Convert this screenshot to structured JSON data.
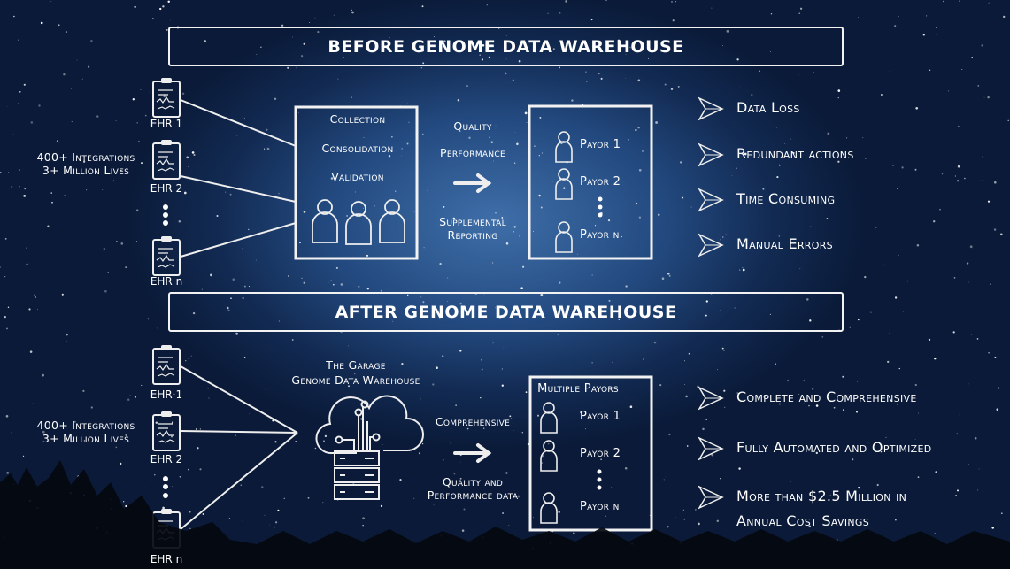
{
  "before": {
    "title": "BEFORE GENOME DATA WAREHOUSE",
    "integrations_line1": "400+ Integrations",
    "integrations_line2": "3+ Million Lives",
    "ehr_labels": [
      "EHR 1",
      "EHR 2",
      "EHR n"
    ],
    "process_steps": [
      "Collection",
      "Consolidation",
      "Validation"
    ],
    "flow_top": [
      "Quality",
      "Performance"
    ],
    "flow_bottom": [
      "Supplemental",
      "Reporting"
    ],
    "payors": [
      "Payor 1",
      "Payor 2",
      "Payor n"
    ],
    "outcomes": [
      "Data Loss",
      "Redundant actions",
      "Time Consuming",
      "Manual Errors"
    ]
  },
  "after": {
    "title": "AFTER GENOME DATA WAREHOUSE",
    "integrations_line1": "400+ Integrations",
    "integrations_line2": "3+ Million Lives",
    "ehr_labels": [
      "EHR 1",
      "EHR 2",
      "EHR n"
    ],
    "warehouse_line1": "The Garage",
    "warehouse_line2": "Genome Data Warehouse",
    "flow_top": "Comprehensive",
    "flow_bottom": [
      "Quality and",
      "Performance data"
    ],
    "payors_title": "Multiple Payors",
    "payors": [
      "Payor 1",
      "Payor 2",
      "Payor n"
    ],
    "outcomes": [
      "Complete and Comprehensive",
      "Fully Automated and Optimized",
      "More than $2.5 Million in",
      "Annual Cost Savings"
    ]
  },
  "colors": {
    "sky": "#234a80",
    "line": "#f2f2f2",
    "trees": "#05080f"
  }
}
